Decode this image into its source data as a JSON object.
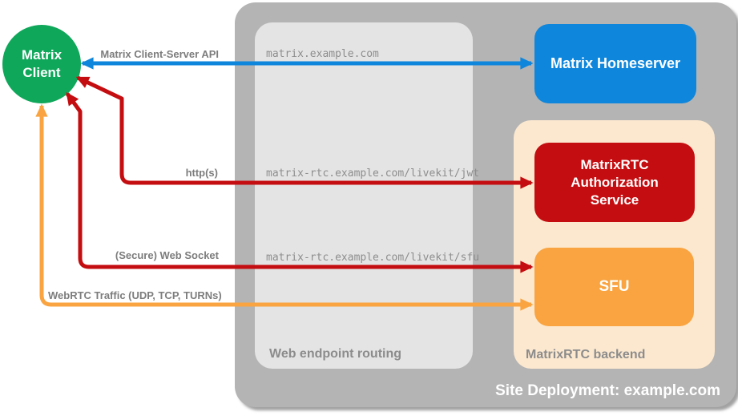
{
  "diagram": {
    "site_title": "Site Deployment: example.com",
    "outer_color": "#b4b4b4",
    "groups": {
      "web_routing": {
        "label": "Web endpoint routing",
        "color": "#e4e4e4"
      },
      "backend": {
        "label": "MatrixRTC backend",
        "color": "#fce8cf"
      }
    },
    "nodes": {
      "client": {
        "label": "Matrix Client",
        "color": "#0fa75a"
      },
      "homeserver": {
        "label": "Matrix Homeserver",
        "color": "#0e86dc"
      },
      "auth_service": {
        "label": "MatrixRTC Authorization Service",
        "color": "#c40d10"
      },
      "sfu": {
        "label": "SFU",
        "color": "#f9a440"
      }
    },
    "connections": [
      {
        "label": "Matrix Client-Server API",
        "endpoint": "matrix.example.com",
        "color": "#0e86dc"
      },
      {
        "label": "http(s)",
        "endpoint": "matrix-rtc.example.com/livekit/jwt",
        "color": "#c40d10"
      },
      {
        "label": "(Secure) Web Socket",
        "endpoint": "matrix-rtc.example.com/livekit/sfu",
        "color": "#c40d10"
      },
      {
        "label": "WebRTC Traffic (UDP, TCP, TURNs)",
        "color": "#f9a440"
      }
    ]
  }
}
